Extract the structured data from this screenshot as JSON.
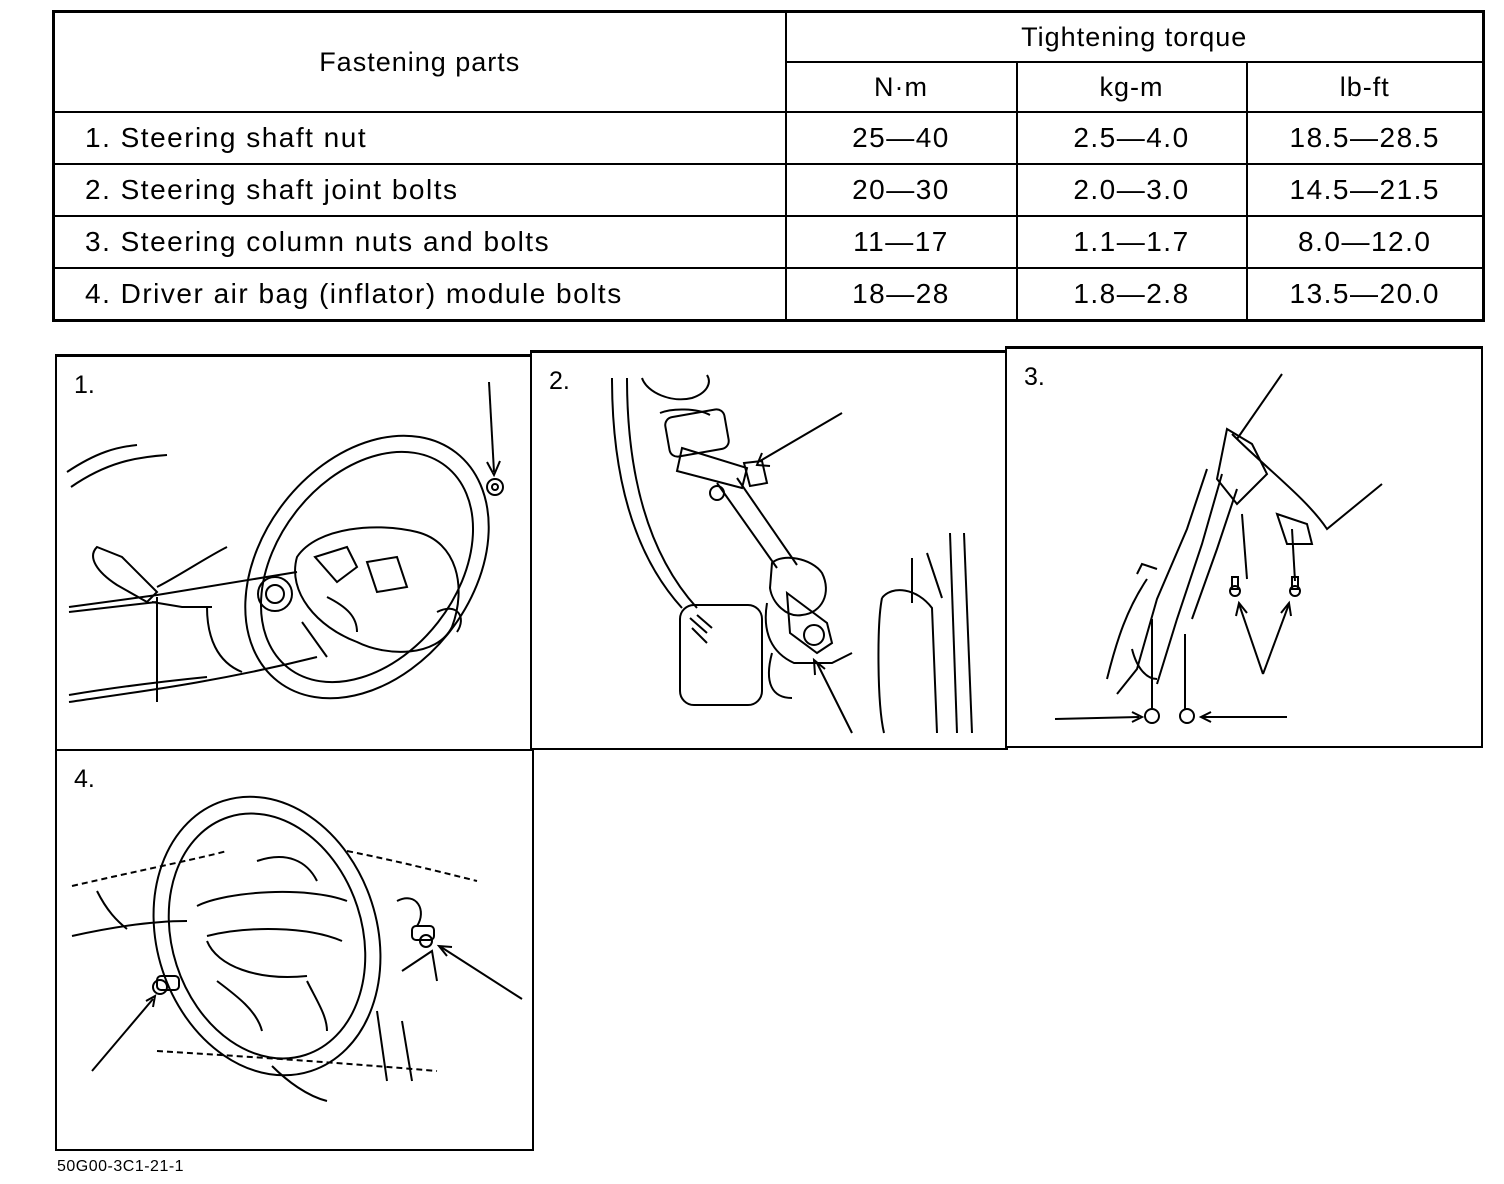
{
  "table": {
    "header_parts": "Fastening parts",
    "header_torque": "Tightening torque",
    "units": [
      "N·m",
      "kg-m",
      "lb-ft"
    ],
    "rows": [
      {
        "part": "1. Steering shaft nut",
        "nm": "25—40",
        "kgm": "2.5—4.0",
        "lbft": "18.5—28.5"
      },
      {
        "part": "2. Steering shaft joint bolts",
        "nm": "20—30",
        "kgm": "2.0—3.0",
        "lbft": "14.5—21.5"
      },
      {
        "part": "3. Steering column nuts and bolts",
        "nm": "11—17",
        "kgm": "1.1—1.7",
        "lbft": "8.0—12.0"
      },
      {
        "part": "4. Driver air bag (inflator) module bolts",
        "nm": "18—28",
        "kgm": "1.8—2.8",
        "lbft": "13.5—20.0"
      }
    ]
  },
  "figures": {
    "labels": [
      "1.",
      "2.",
      "3.",
      "4."
    ]
  },
  "footer": {
    "doc_code": "50G00-3C1-21-1"
  }
}
